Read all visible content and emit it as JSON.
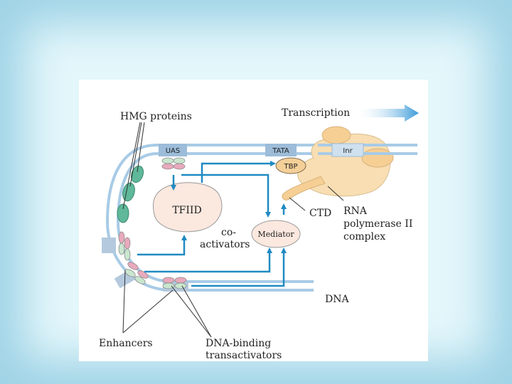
{
  "diagram": {
    "labels": {
      "hmg_proteins": "HMG proteins",
      "transcription": "Transcription",
      "uas": "UAS",
      "tata": "TATA",
      "inr": "Inr",
      "tbp": "TBP",
      "tfiid": "TFIID",
      "coactivators_line1": "co-",
      "coactivators_line2": "activators",
      "mediator": "Mediator",
      "ctd": "CTD",
      "rna_pol_line1": "RNA",
      "rna_pol_line2": "polymerase II",
      "rna_pol_line3": "complex",
      "dna": "DNA",
      "enhancers": "Enhancers",
      "dna_binding_line1": "DNA-binding",
      "dna_binding_line2": "transactivators"
    },
    "colors": {
      "slide_background": "#e4f7fb",
      "slide_border": "#9fd3e6",
      "dna_strand": "#a8cbe6",
      "site_box": "#9cbcd9",
      "arrow": "#1f8ac2",
      "polymerase": "#f8deb2",
      "tbp": "#f4cf98",
      "tfiid": "#fbe8df",
      "hmg": "#5fb89a",
      "transactivator_pink": "#e8a9bc",
      "transactivator_green": "#c9e6cf"
    }
  }
}
